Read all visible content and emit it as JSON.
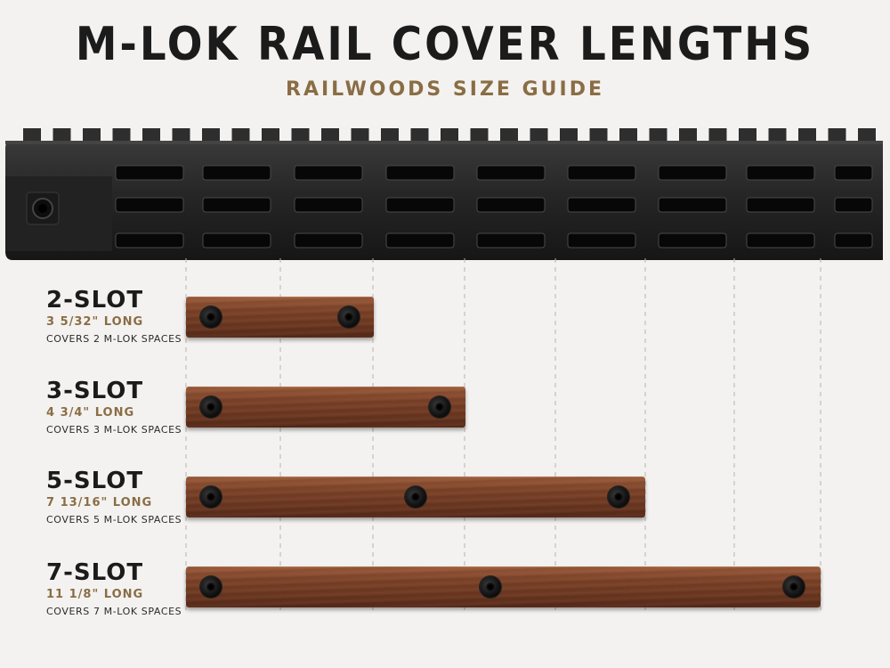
{
  "header": {
    "title": "M-LOK RAIL COVER LENGTHS",
    "subtitle": "RAILWOODS SIZE GUIDE"
  },
  "colors": {
    "accent": "#8a6d45",
    "wood": "#6f3a22",
    "rail": "#2a2a2a",
    "background": "#f3f2f0"
  },
  "covers": [
    {
      "name": "2-SLOT",
      "length": "3 5/32\" LONG",
      "covers": "COVERS 2 M-LOK SPACES",
      "slots": 2,
      "screws": 2
    },
    {
      "name": "3-SLOT",
      "length": "4 3/4\" LONG",
      "covers": "COVERS 3 M-LOK SPACES",
      "slots": 3,
      "screws": 2
    },
    {
      "name": "5-SLOT",
      "length": "7 13/16\" LONG",
      "covers": "COVERS 5 M-LOK SPACES",
      "slots": 5,
      "screws": 3
    },
    {
      "name": "7-SLOT",
      "length": "11 1/8\" LONG",
      "covers": "COVERS 7 M-LOK SPACES",
      "slots": 7,
      "screws": 3
    }
  ],
  "rail": {
    "icon": "m-lok-handguard-icon"
  }
}
